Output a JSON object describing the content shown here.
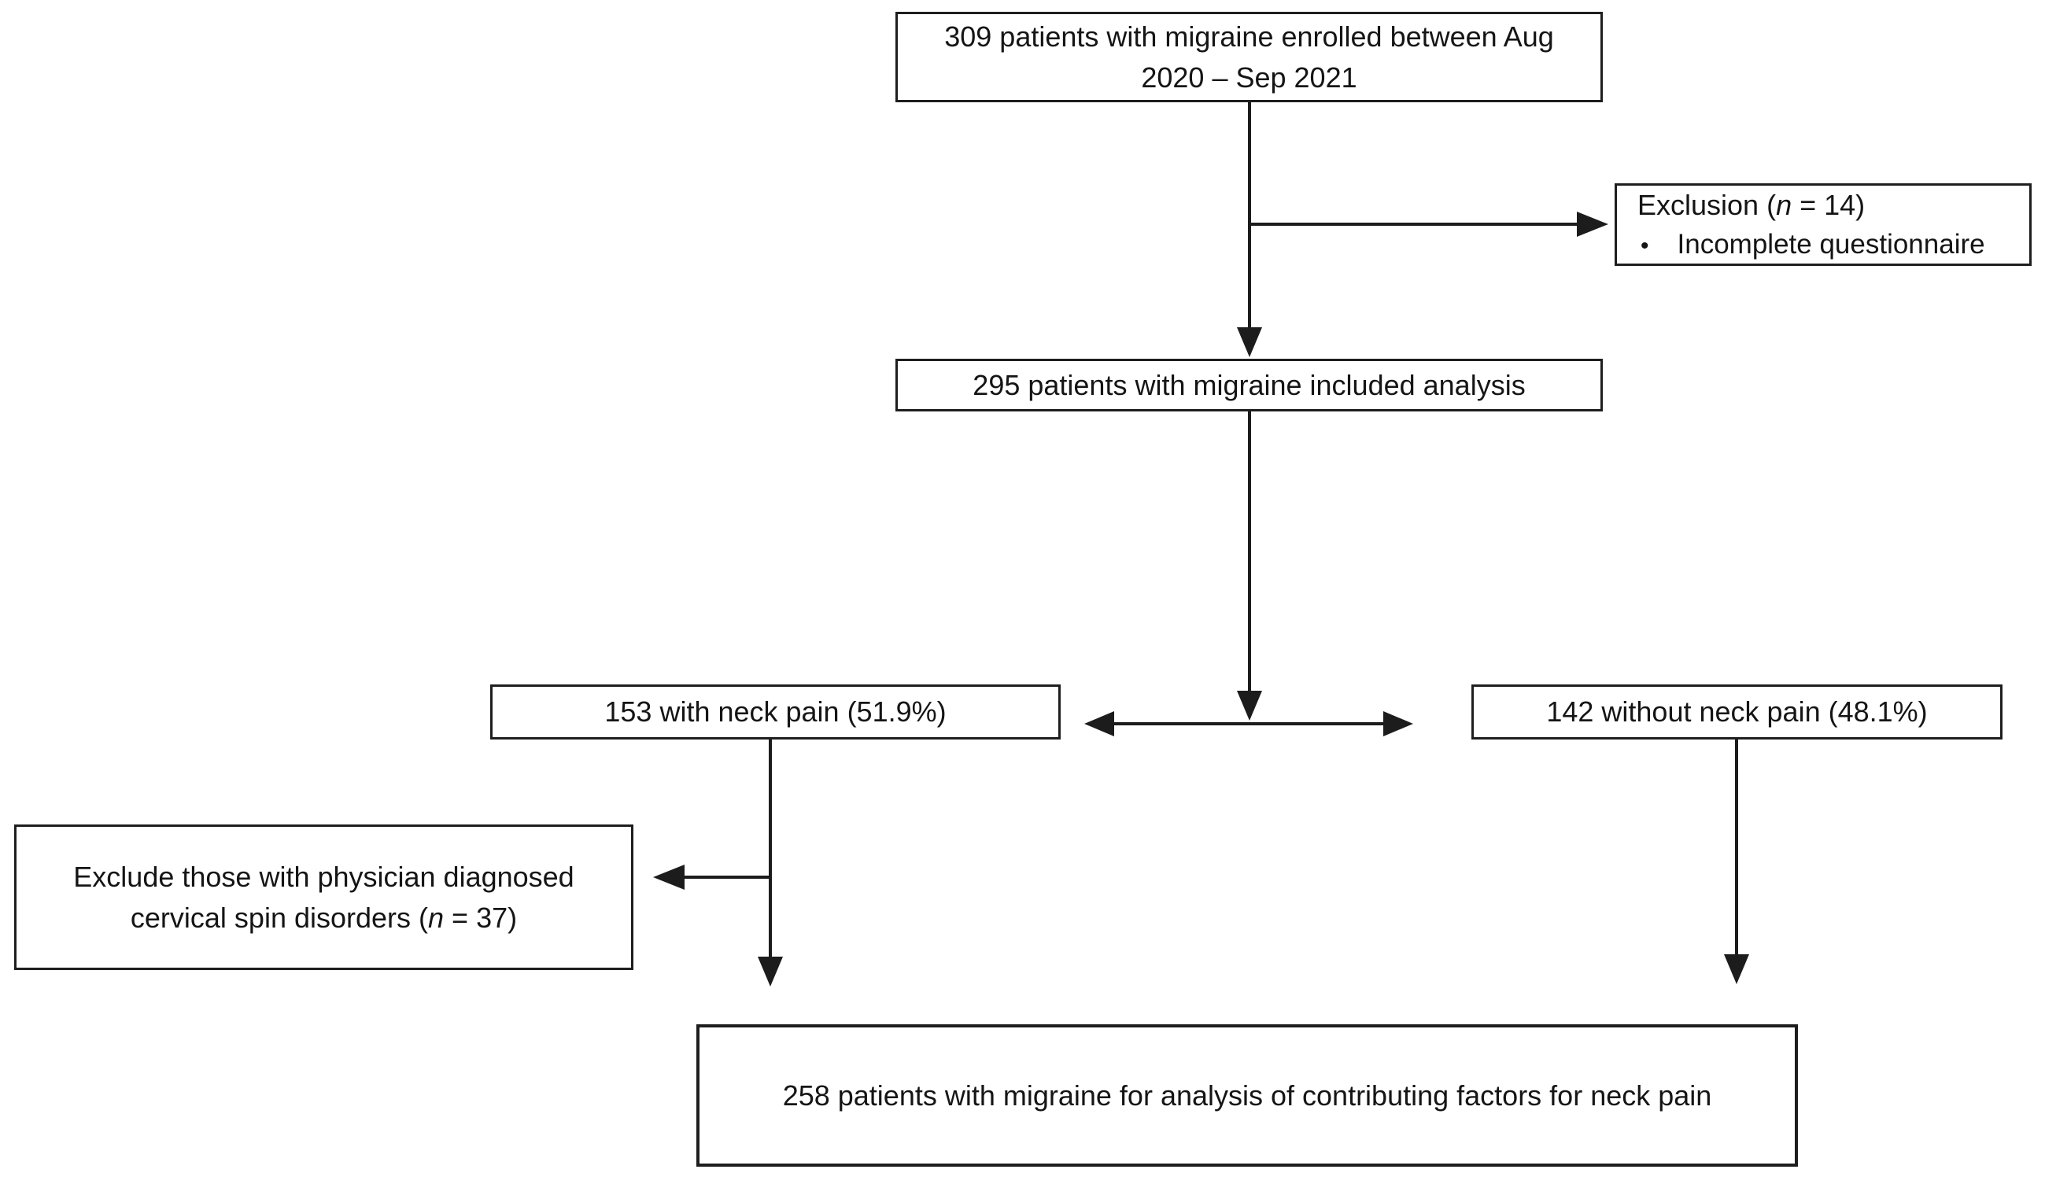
{
  "diagram": {
    "enrolled_box": {
      "text": "309 patients with migraine enrolled between Aug 2020 – Sep 2021"
    },
    "exclusion_box": {
      "title_prefix": "Exclusion (",
      "n_symbol": "n",
      "title_suffix": " = 14)",
      "bullet_glyph": "•",
      "bullet_item": "Incomplete questionnaire"
    },
    "included_box": {
      "text": "295 patients with migraine included analysis"
    },
    "neck_pain_box": {
      "text": "153 with neck pain (51.9%)"
    },
    "no_neck_pain_box": {
      "text": "142 without neck pain (48.1%)"
    },
    "exclude_cervical_box": {
      "text_prefix": "Exclude those with physician diagnosed cervical spin disorders (",
      "n_symbol": "n",
      "text_suffix": " = 37)"
    },
    "final_box": {
      "text": "258 patients with migraine for analysis of contributing factors for neck pain"
    },
    "colors": {
      "line": "#1c1c1c",
      "background": "#ffffff"
    }
  }
}
